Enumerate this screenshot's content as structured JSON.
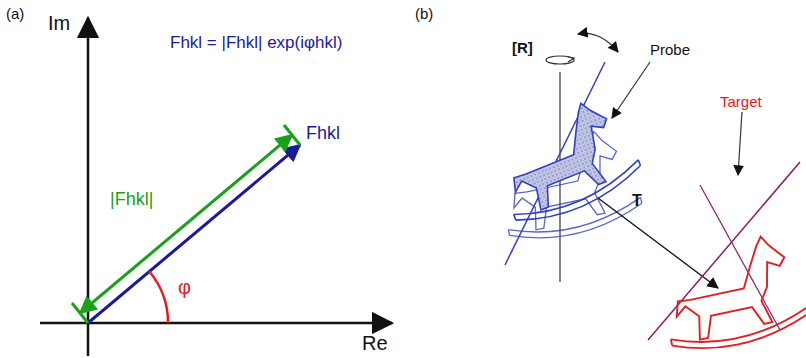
{
  "diagram": {
    "labels": [
      "(a)",
      "Im",
      "Fhkl = |Fhkl| exp(iφhkl)",
      "Fhkl",
      "|Fhkl|",
      "φ",
      "Re",
      "(b)",
      "[R]",
      "Probe",
      "Target",
      "T"
    ]
  }
}
